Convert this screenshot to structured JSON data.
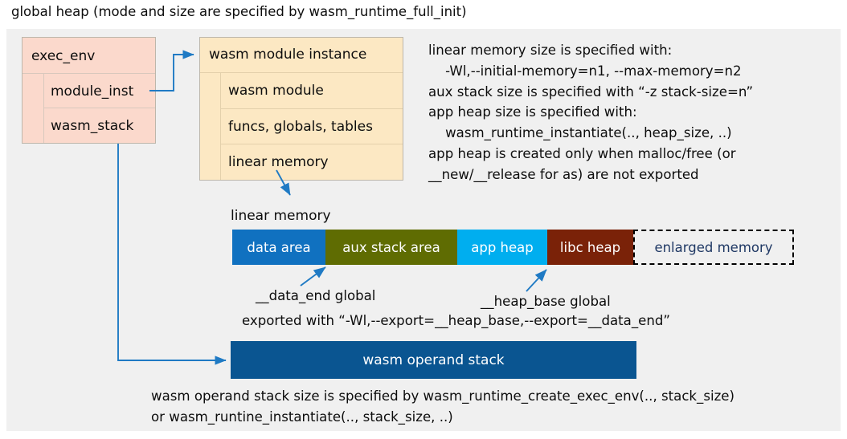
{
  "title": "global heap (mode and size are specified by wasm_runtime_full_init)",
  "exec_env": {
    "header": "exec_env",
    "rows": [
      {
        "label": "module_inst"
      },
      {
        "label": "wasm_stack"
      }
    ]
  },
  "module_instance": {
    "header": "wasm module instance",
    "rows": [
      {
        "label": "wasm module"
      },
      {
        "label": "funcs, globals, tables"
      },
      {
        "label": "linear memory"
      }
    ]
  },
  "notes": {
    "body": "linear memory size is specified with:\n    -Wl,--initial-memory=n1, --max-memory=n2\naux stack size is specified with “-z stack-size=n”\napp heap size is specified with:\n    wasm_runtime_instantiate(.., heap_size, ..)\napp heap is created only when malloc/free (or\n__new/__release for as) are not exported"
  },
  "linear_memory": {
    "caption": "linear memory",
    "segments": [
      {
        "label": "data area",
        "color": "#1071c0",
        "text_color": "#ffffff"
      },
      {
        "label": "aux stack area",
        "color": "#5f6c02",
        "text_color": "#ffffff"
      },
      {
        "label": "app heap",
        "color": "#00aeef",
        "text_color": "#ffffff"
      },
      {
        "label": "libc heap",
        "color": "#7a2208",
        "text_color": "#ffffff"
      },
      {
        "label": "enlarged memory",
        "color": "#f0f0f0",
        "text_color": "#1f3864"
      }
    ]
  },
  "annotations": {
    "data_end": "__data_end global",
    "heap_base": "__heap_base global",
    "exported": "exported with “-Wl,--export=__heap_base,--export=__data_end”"
  },
  "operand_stack": {
    "label": "wasm operand stack",
    "color": "#0a5591",
    "note": "wasm operand stack size is specified by wasm_runtime_create_exec_env(.., stack_size)\nor wasm_runtine_instantiate(.., stack_size, ..)"
  },
  "colors": {
    "panel_background": "#f0f0f0",
    "exec_env_fill": "#fbd9cc",
    "module_instance_fill": "#fce8c3",
    "arrow": "#1f7ac4"
  }
}
